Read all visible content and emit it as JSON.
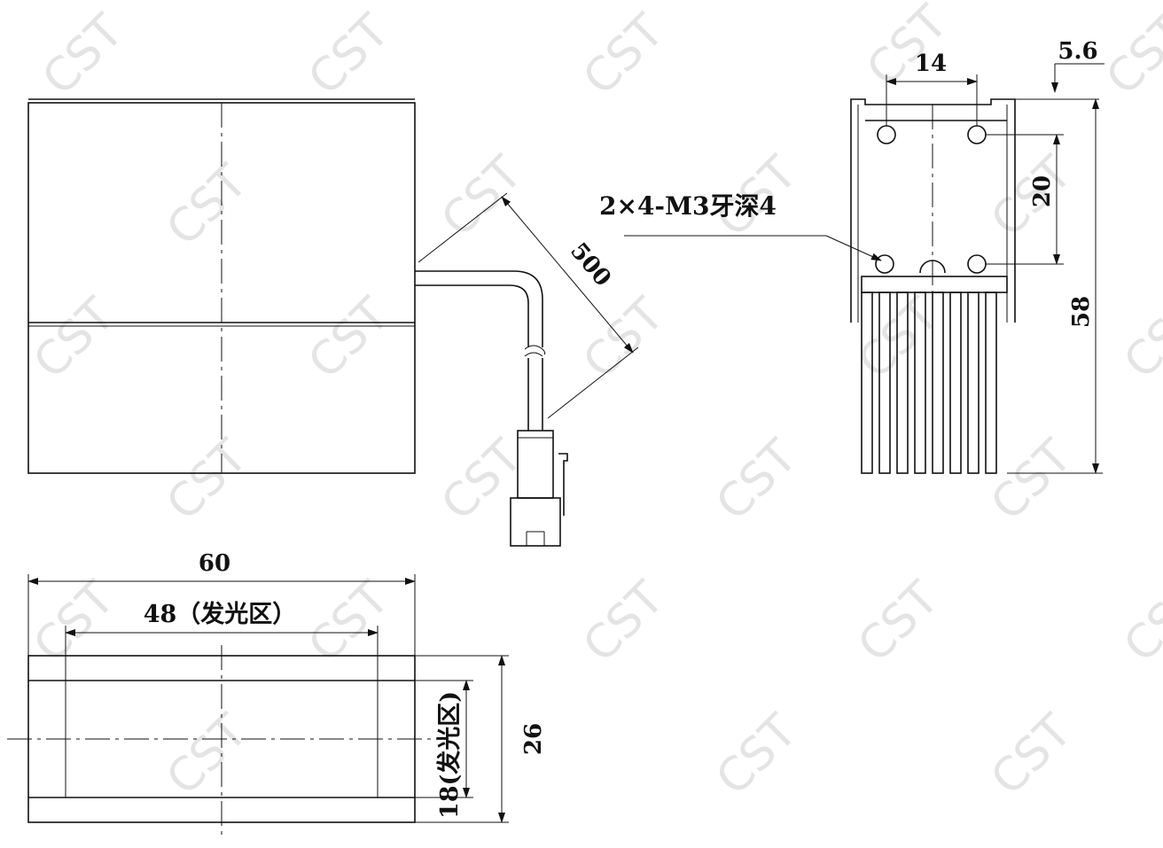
{
  "watermark": "CST",
  "dimensions": {
    "cable_length": "500",
    "hole_spacing_h": "14",
    "edge_offset": "5.6",
    "hole_spacing_v": "20",
    "height_total": "58",
    "thread_note": "2×4-M3牙深4",
    "width_total": "60",
    "emit_width": "48（发光区）",
    "depth_total": "26",
    "emit_depth": "18(发光区)"
  },
  "colors": {
    "line": "#111111",
    "watermark": "#e4e4e4"
  }
}
